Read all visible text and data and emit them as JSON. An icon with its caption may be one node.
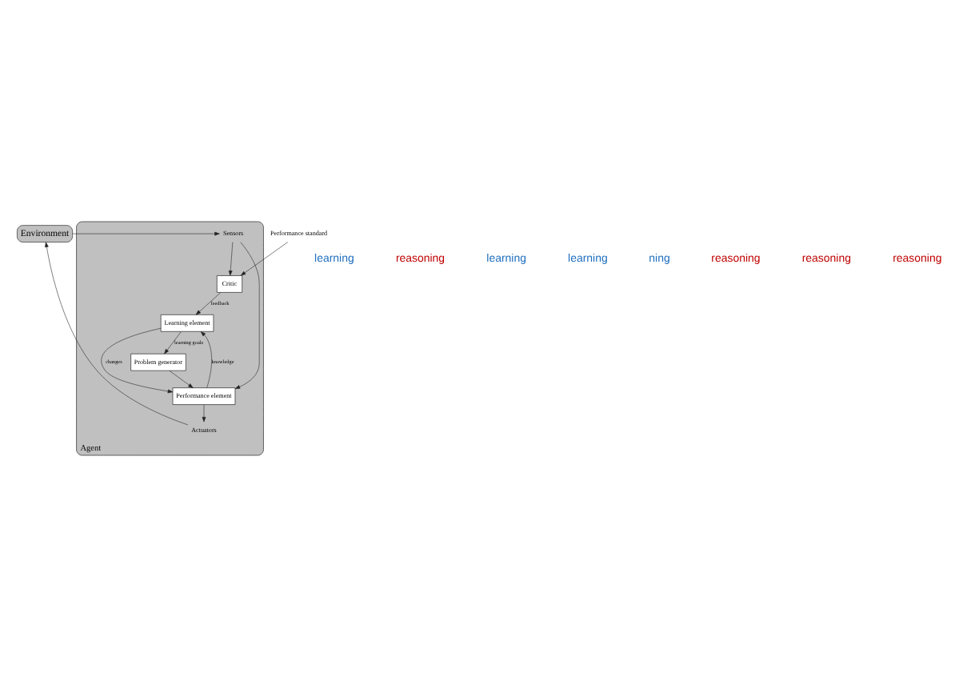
{
  "diagram": {
    "nodes": [
      {
        "text": [
          "Agent"
        ]
      },
      {
        "text": [
          "Environment"
        ]
      },
      {
        "text": [
          "Performance standard"
        ]
      },
      {
        "text": [
          "Critic"
        ],
        "in": 0
      },
      {
        "text": [
          "Sensors"
        ],
        "in": 0
      },
      {
        "text": [
          "Learning element"
        ],
        "in": 0
      },
      {
        "text": [
          "Performance element"
        ],
        "in": 0
      },
      {
        "text": [
          "Problem generator"
        ],
        "in": 0
      },
      {
        "text": [
          "Actuators"
        ],
        "in": 0
      }
    ],
    "edges": [
      {
        "from": 2,
        "to": 3,
        "arrow": "to"
      },
      {
        "from": 1,
        "to": 4,
        "arrow": "to"
      },
      {
        "from": 4,
        "to": 3,
        "arrow": "to"
      },
      {
        "from": 4,
        "to": 6,
        "arrow": "to"
      },
      {
        "from": 3,
        "to": 5,
        "arrow": "to",
        "label": "feedback"
      },
      {
        "from": 5,
        "to": 6,
        "arrow": "to",
        "label": "changes"
      },
      {
        "from": 6,
        "to": 5,
        "arrow": "to",
        "label": "knowledge"
      },
      {
        "from": 5,
        "to": 7,
        "arrow": "to",
        "label": "learning goals"
      },
      {
        "from": 7,
        "to": 6,
        "arrow": "to"
      },
      {
        "from": 6,
        "to": 8,
        "arrow": "to"
      },
      {
        "from": 8,
        "to": 1,
        "arrow": "to"
      }
    ],
    "labels": [
      "learning",
      "reasoning",
      "learning",
      "learning",
      "ning",
      "reasoning",
      "reasoning",
      "reasoning"
    ]
  }
}
